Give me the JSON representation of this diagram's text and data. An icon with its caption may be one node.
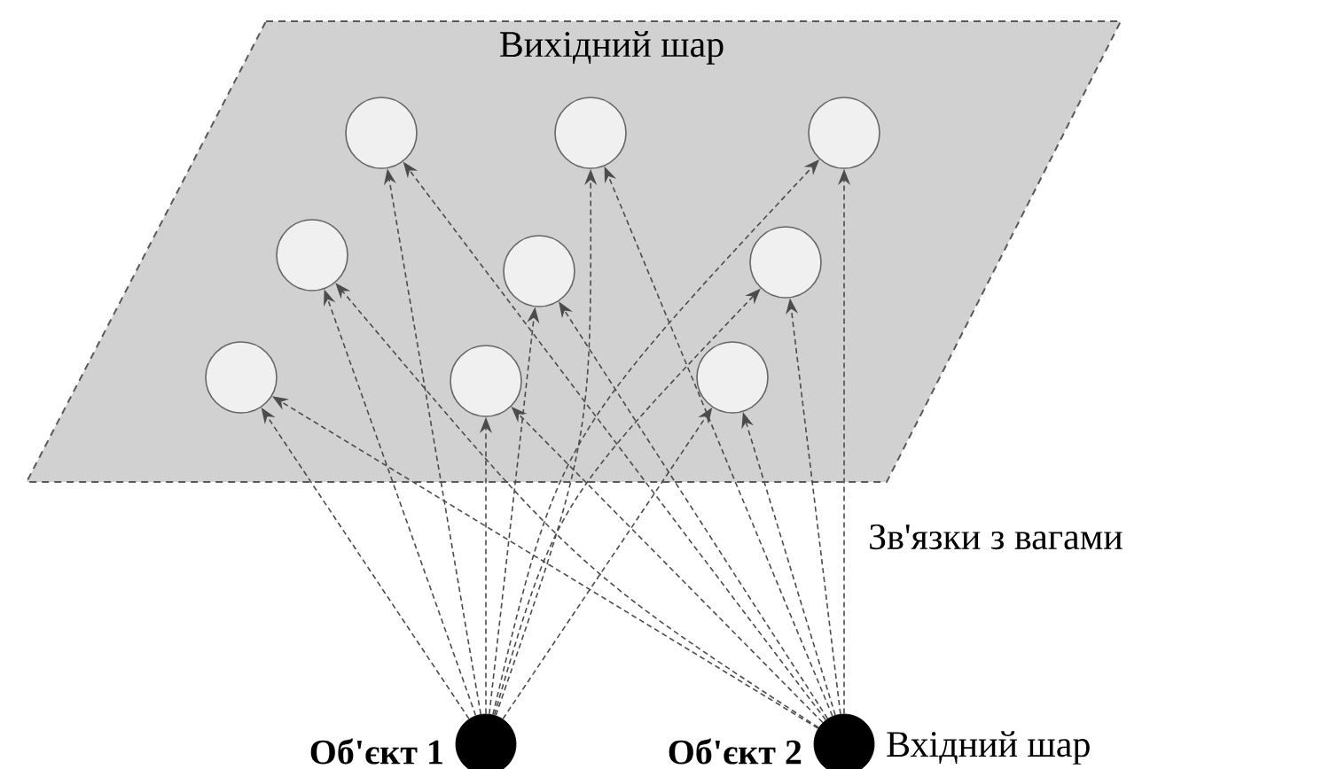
{
  "diagram": {
    "nodes": [
      {
        "text": [
          "Вихідний шар"
        ]
      },
      {
        "text": [],
        "shape": "circle",
        "in": 0
      },
      {
        "text": [],
        "shape": "circle",
        "in": 0
      },
      {
        "text": [],
        "shape": "circle",
        "in": 0
      },
      {
        "text": [],
        "shape": "circle",
        "in": 0
      },
      {
        "text": [],
        "shape": "circle",
        "in": 0
      },
      {
        "text": [],
        "shape": "circle",
        "in": 0
      },
      {
        "text": [],
        "shape": "circle",
        "in": 0
      },
      {
        "text": [],
        "shape": "circle",
        "in": 0
      },
      {
        "text": [],
        "shape": "circle",
        "in": 0
      },
      {
        "text": [],
        "shape": "circle",
        "beside": [
          "Об'єкт 1"
        ]
      },
      {
        "text": [],
        "shape": "circle",
        "beside": [
          "Об'єкт 2",
          "Вхідний шар"
        ]
      }
    ],
    "edges": [
      {
        "from": 10,
        "to": 1,
        "arrow": "to",
        "style": "dashed"
      },
      {
        "from": 10,
        "to": 2,
        "arrow": "to",
        "style": "dashed"
      },
      {
        "from": 10,
        "to": 3,
        "arrow": "to",
        "style": "dashed"
      },
      {
        "from": 10,
        "to": 4,
        "arrow": "to",
        "style": "dashed"
      },
      {
        "from": 10,
        "to": 5,
        "arrow": "to",
        "style": "dashed"
      },
      {
        "from": 10,
        "to": 6,
        "arrow": "to",
        "style": "dashed"
      },
      {
        "from": 10,
        "to": 7,
        "arrow": "to",
        "style": "dashed"
      },
      {
        "from": 10,
        "to": 8,
        "arrow": "to",
        "style": "dashed"
      },
      {
        "from": 10,
        "to": 9,
        "arrow": "to",
        "style": "dashed"
      },
      {
        "from": 11,
        "to": 1,
        "arrow": "to",
        "style": "dashed"
      },
      {
        "from": 11,
        "to": 2,
        "arrow": "to",
        "style": "dashed"
      },
      {
        "from": 11,
        "to": 3,
        "arrow": "to",
        "style": "dashed"
      },
      {
        "from": 11,
        "to": 4,
        "arrow": "to",
        "style": "dashed"
      },
      {
        "from": 11,
        "to": 5,
        "arrow": "to",
        "style": "dashed"
      },
      {
        "from": 11,
        "to": 6,
        "arrow": "to",
        "style": "dashed"
      },
      {
        "from": 11,
        "to": 7,
        "arrow": "to",
        "style": "dashed"
      },
      {
        "from": 11,
        "to": 8,
        "arrow": "to",
        "style": "dashed"
      },
      {
        "from": 11,
        "to": 9,
        "arrow": "to",
        "style": "dashed"
      }
    ],
    "labels": [
      "Зв'язки з вагами"
    ]
  }
}
